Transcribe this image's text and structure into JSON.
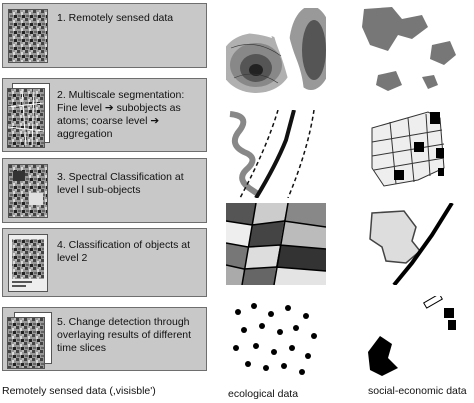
{
  "steps": [
    {
      "label": "1. Remotely sensed data"
    },
    {
      "label": "2. Multiscale segmentation: Fine level ➔ subobjects as atoms; coarse level ➔ aggregation"
    },
    {
      "label": "3. Spectral Classification at level l sub-objects"
    },
    {
      "label": "4. Classification of objects at level 2"
    },
    {
      "label": "5. Change detection through overlaying results of different time slices"
    }
  ],
  "columns": {
    "left": "Remotely sensed data (,visisble')",
    "middle": "ecological data",
    "right": "social-economic data"
  }
}
